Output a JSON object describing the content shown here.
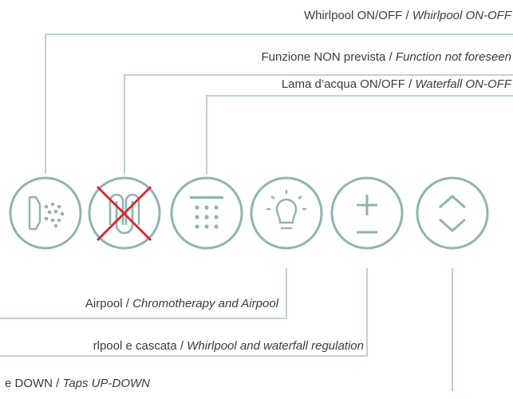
{
  "callouts_top": [
    {
      "it": "Whirlpool ON/OFF",
      "en": "Whirlpool ON-OFF"
    },
    {
      "it": "Funzione NON prevista",
      "en": "Function not foreseen"
    },
    {
      "it": "Lama d’acqua ON/OFF",
      "en": "Waterfall ON-OFF"
    }
  ],
  "callouts_bottom": [
    {
      "it": "Airpool",
      "en": "Chromotherapy and Airpool"
    },
    {
      "it": "rlpool e cascata",
      "en": "Whirlpool and waterfall regulation"
    },
    {
      "it": "e DOWN",
      "en": "Taps UP-DOWN"
    }
  ],
  "separator": " / ",
  "buttons": [
    {
      "icon": "airpool-icon"
    },
    {
      "icon": "whirlpool-icon",
      "disabled": true
    },
    {
      "icon": "waterfall-icon"
    },
    {
      "icon": "chromotherapy-icon"
    },
    {
      "icon": "plus-minus-icon"
    },
    {
      "icon": "up-down-arrows-icon"
    }
  ],
  "colors": {
    "line": "#aac6c2",
    "icon": "#8fb4ae",
    "cross": "#d9252c",
    "text": "#3a3a3a"
  }
}
